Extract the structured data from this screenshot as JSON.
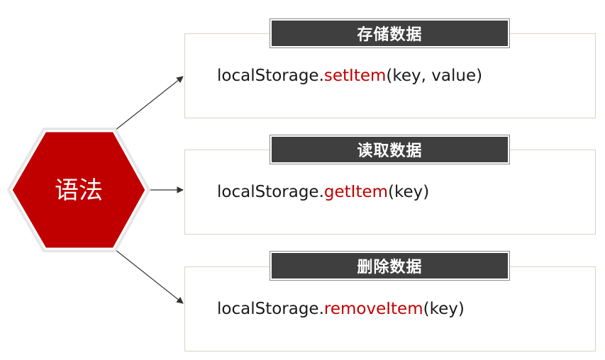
{
  "center": {
    "label": "语法",
    "fill_color": "#c00000"
  },
  "items": [
    {
      "tag": "存储数据",
      "object": "localStorage.",
      "method": "setItem",
      "args": "(key, value)"
    },
    {
      "tag": "读取数据",
      "object": "localStorage.",
      "method": "getItem",
      "args": "(key)"
    },
    {
      "tag": "删除数据",
      "object": "localStorage.",
      "method": "removeItem",
      "args": "(key)"
    }
  ],
  "colors": {
    "accent": "#c00000",
    "tag_background": "#3f3f3f",
    "card_border": "#d9d3c2",
    "arrow": "#333333"
  }
}
